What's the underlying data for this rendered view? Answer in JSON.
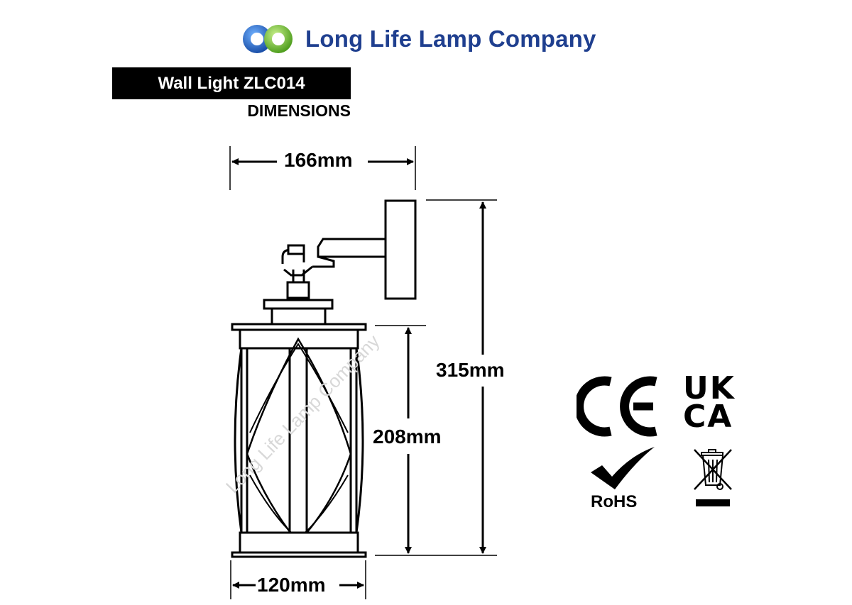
{
  "header": {
    "company_name": "Long Life Lamp Company",
    "logo_icon": "twin-rings-logo-icon",
    "colors": {
      "blue": "#1f5fb8",
      "green": "#7cc242",
      "text": "#1f3f8f"
    }
  },
  "product": {
    "name": "Wall Light ZLC014",
    "subtitle": "DIMENSIONS"
  },
  "dimensions": {
    "width_top": "166mm",
    "height_total": "315mm",
    "height_body": "208mm",
    "width_base": "120mm"
  },
  "watermark": "Long Life Lamp Company",
  "certifications": {
    "ce": "ce-mark-icon",
    "ukca": {
      "icon": "ukca-mark-icon",
      "line1": "UK",
      "line2": "CA"
    },
    "rohs": {
      "icon": "rohs-check-icon",
      "label": "RoHS"
    },
    "weee": "weee-crossed-bin-icon"
  }
}
